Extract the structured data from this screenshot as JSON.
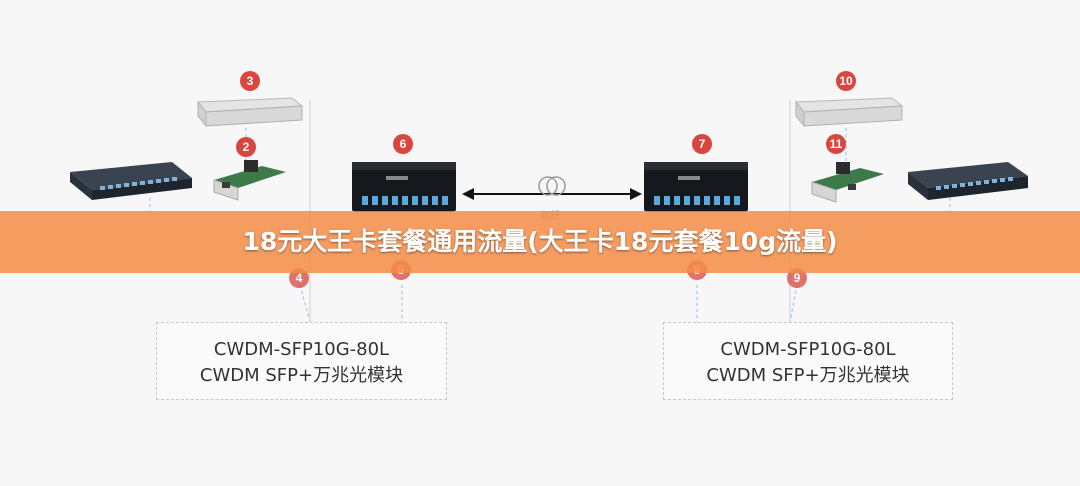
{
  "banner": {
    "title": "18元大王卡套餐通用流量(大王卡18元套餐10g流量)",
    "color": "#f58c46"
  },
  "diagram": {
    "fiber_label": "双纤",
    "badges": [
      "2",
      "3",
      "4",
      "5",
      "6",
      "7",
      "8",
      "9",
      "10",
      "11"
    ],
    "modules": [
      {
        "line1": "CWDM-SFP10G-80L",
        "line2": "CWDM SFP+万兆光模块"
      },
      {
        "line1": "CWDM-SFP10G-80L",
        "line2": "CWDM SFP+万兆光模块"
      }
    ],
    "badge_color": "#d9463f"
  }
}
